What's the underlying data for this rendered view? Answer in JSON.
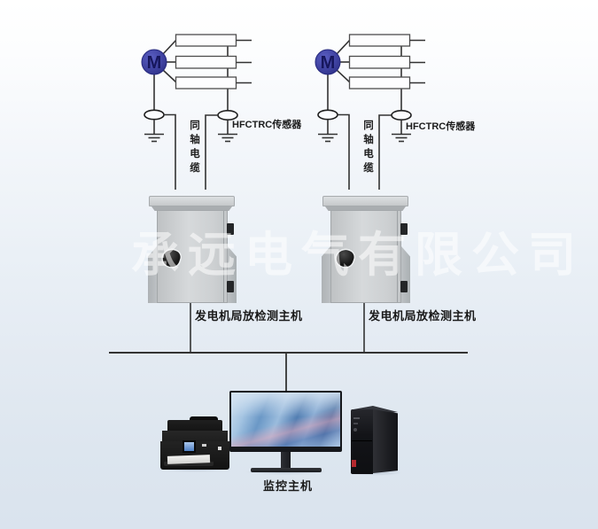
{
  "watermark_text": "承远电气有限公司",
  "units": [
    {
      "motor_label": "M",
      "coax_cable_label": "同轴电缆",
      "sensor_label": "HFCTRC传感器",
      "host_label": "发电机局放检测主机"
    },
    {
      "motor_label": "M",
      "coax_cable_label": "同轴电缆",
      "sensor_label": "HFCTRC传感器",
      "host_label": "发电机局放检测主机"
    }
  ],
  "monitor_host_label": "监控主机",
  "colors": {
    "line": "#333333",
    "motor_fill": "#3c3f9d",
    "motor_text": "#16165c",
    "cabinet_gray": "#cdd0d2",
    "screen_blue": "#5b8bd0",
    "badge_red": "#b3282e"
  }
}
